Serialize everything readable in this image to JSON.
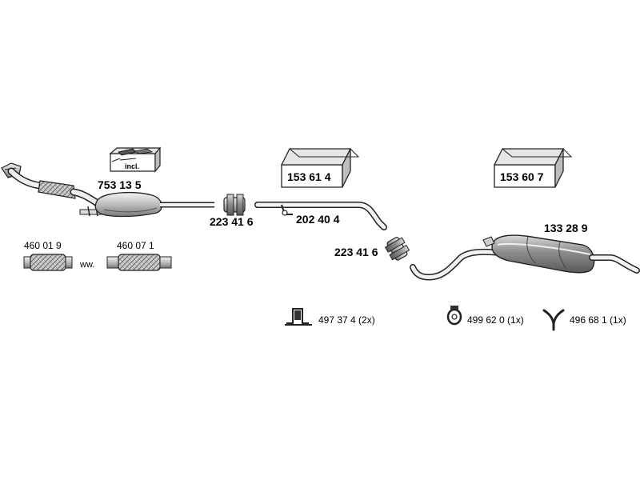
{
  "parts": {
    "front_pipe_catalyst": {
      "number": "753 13 5",
      "kit_label": "incl."
    },
    "clamp_1": {
      "number": "223 41 6"
    },
    "middle_pipe": {
      "number": "202 40 4"
    },
    "middle_silencer_box": {
      "number": "153 61 4"
    },
    "clamp_2": {
      "number": "223 41 6"
    },
    "rear_box": {
      "number": "153 60 7"
    },
    "rear_silencer": {
      "number": "133 28 9"
    },
    "flex_pipe_1": {
      "number": "460 01 9"
    },
    "flex_pipe_separator": {
      "text": "ww."
    },
    "flex_pipe_2": {
      "number": "460 07 1"
    },
    "mount_1": {
      "number": "497 37 4 (2x)"
    },
    "mount_2": {
      "number": "499 62 0 (1x)"
    },
    "mount_3": {
      "number": "496 68 1 (1x)"
    }
  },
  "colors": {
    "line": "#222222",
    "fill_light": "#e6e6e6",
    "fill_mid": "#bdbdbd",
    "fill_dark": "#7a7a7a"
  }
}
